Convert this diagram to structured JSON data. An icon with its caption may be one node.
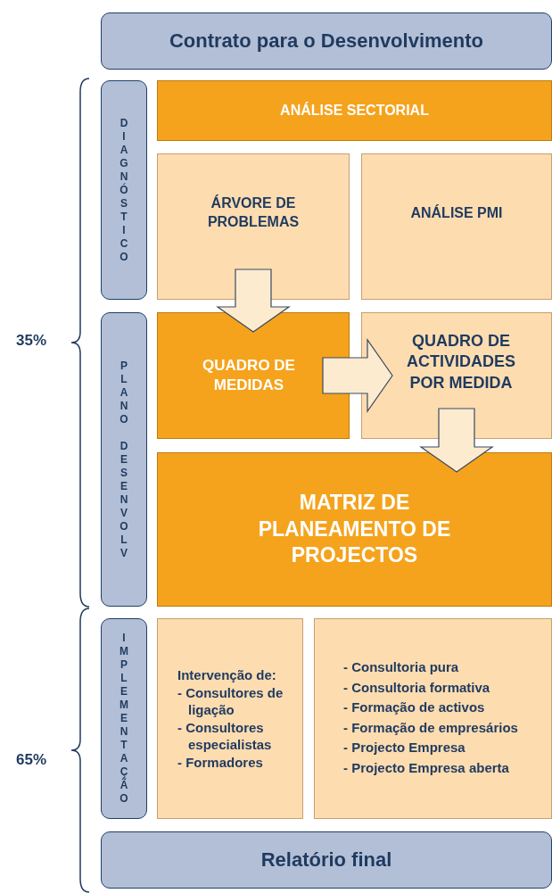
{
  "diagram": {
    "nodes": [
      {
        "text": [
          "Contrato para o Desenvolvimento"
        ]
      },
      {
        "text": [
          "DIAGNÓSTICO"
        ]
      },
      {
        "text": [
          "ANÁLISE SECTORIAL"
        ]
      },
      {
        "text": [
          "ÁRVORE DE PROBLEMAS"
        ]
      },
      {
        "text": [
          "ANÁLISE PMI"
        ]
      },
      {
        "text": [
          "PLANO DESENVOLV"
        ]
      },
      {
        "text": [
          "QUADRO DE MEDIDAS"
        ]
      },
      {
        "text": [
          "QUADRO DE ACTIVIDADES POR MEDIDA"
        ]
      },
      {
        "text": [
          "MATRIZ DE PLANEAMENTO DE PROJECTOS"
        ]
      },
      {
        "text": [
          "IMPLEMENTAÇÃO"
        ]
      },
      {
        "text": [
          "Intervenção de:",
          "- Consultores de ligação",
          "- Consultores especialistas",
          "- Formadores"
        ]
      },
      {
        "text": [
          "- Consultoria pura",
          "- Consultoria formativa",
          "- Formação de activos",
          "- Formação de empresários",
          "- Projecto Empresa",
          "- Projecto Empresa aberta"
        ]
      },
      {
        "text": [
          "Relatório final"
        ]
      }
    ],
    "edges": [
      {
        "from": 3,
        "to": 6,
        "arrow": "to"
      },
      {
        "from": 6,
        "to": 7,
        "arrow": "to"
      },
      {
        "from": 7,
        "to": 8,
        "arrow": "to"
      }
    ],
    "labels": [
      "35%",
      "65%"
    ]
  }
}
